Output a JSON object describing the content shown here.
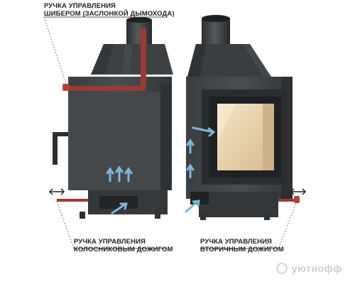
{
  "callouts": {
    "flue_damper": {
      "line1": "РУЧКА УПРАВЛЕНИЯ",
      "line2": "ШИБЕРОМ (ЗАСЛОНКОЙ ДЫМОХОДА)"
    },
    "grate_afterburn": {
      "line1": "РУЧКА УПРАВЛЕНИЯ",
      "line2": "КОЛОСНИКОВЫМ ДОЖИГОМ"
    },
    "secondary_afterburn": {
      "line1": "РУЧКА УПРАВЛЕНИЯ",
      "line2": "ВТОРИЧНЫМ ДОЖИГОМ"
    }
  },
  "watermark": {
    "text": "уютнофф"
  },
  "colors": {
    "body_dark": "#3a3d40",
    "body_mid": "#4a4d50",
    "handle_red": "#9b3a34",
    "air_flow_blue": "#6fa8d0",
    "glass_warm": "#e8d5b2"
  }
}
